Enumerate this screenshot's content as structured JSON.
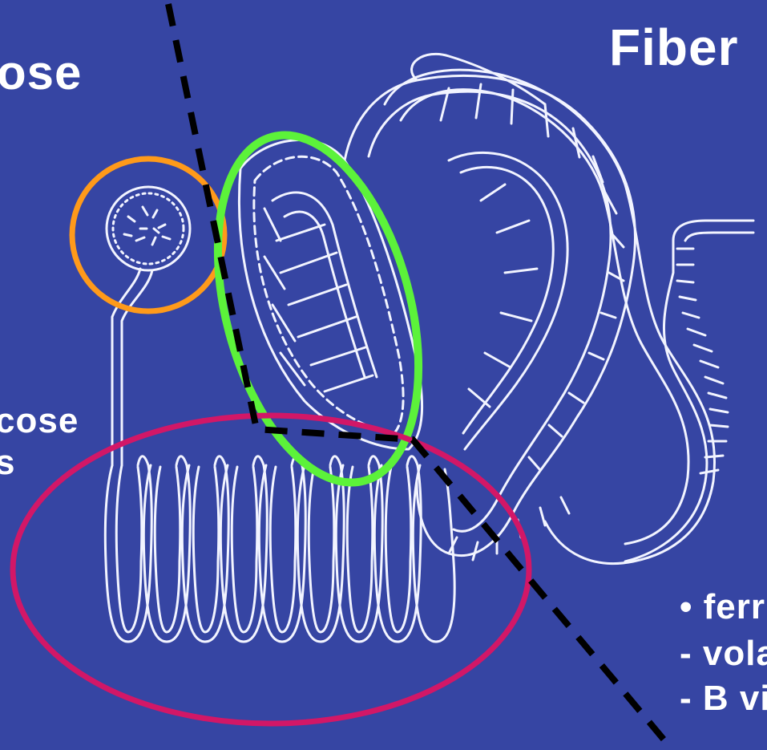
{
  "slide": {
    "title_right": "Fiber",
    "title_left_fragment": "ose",
    "left_text": [
      "cose",
      "s"
    ],
    "right_bullets": [
      "• ferr",
      "- vola",
      "- B vi"
    ]
  },
  "colors": {
    "background": "#3645a3",
    "drawing": "#f2f4ff",
    "stomach_circle": "#ff9a1a",
    "small_intestine_oval": "#d21767",
    "colon_oval": "#5cf23a",
    "dashed_line": "#000000"
  },
  "annotations": [
    {
      "shape": "circle",
      "color_key": "stomach_circle"
    },
    {
      "shape": "ellipse",
      "color_key": "colon_oval"
    },
    {
      "shape": "ellipse",
      "color_key": "small_intestine_oval"
    },
    {
      "shape": "dashed-line",
      "color_key": "dashed_line"
    }
  ]
}
